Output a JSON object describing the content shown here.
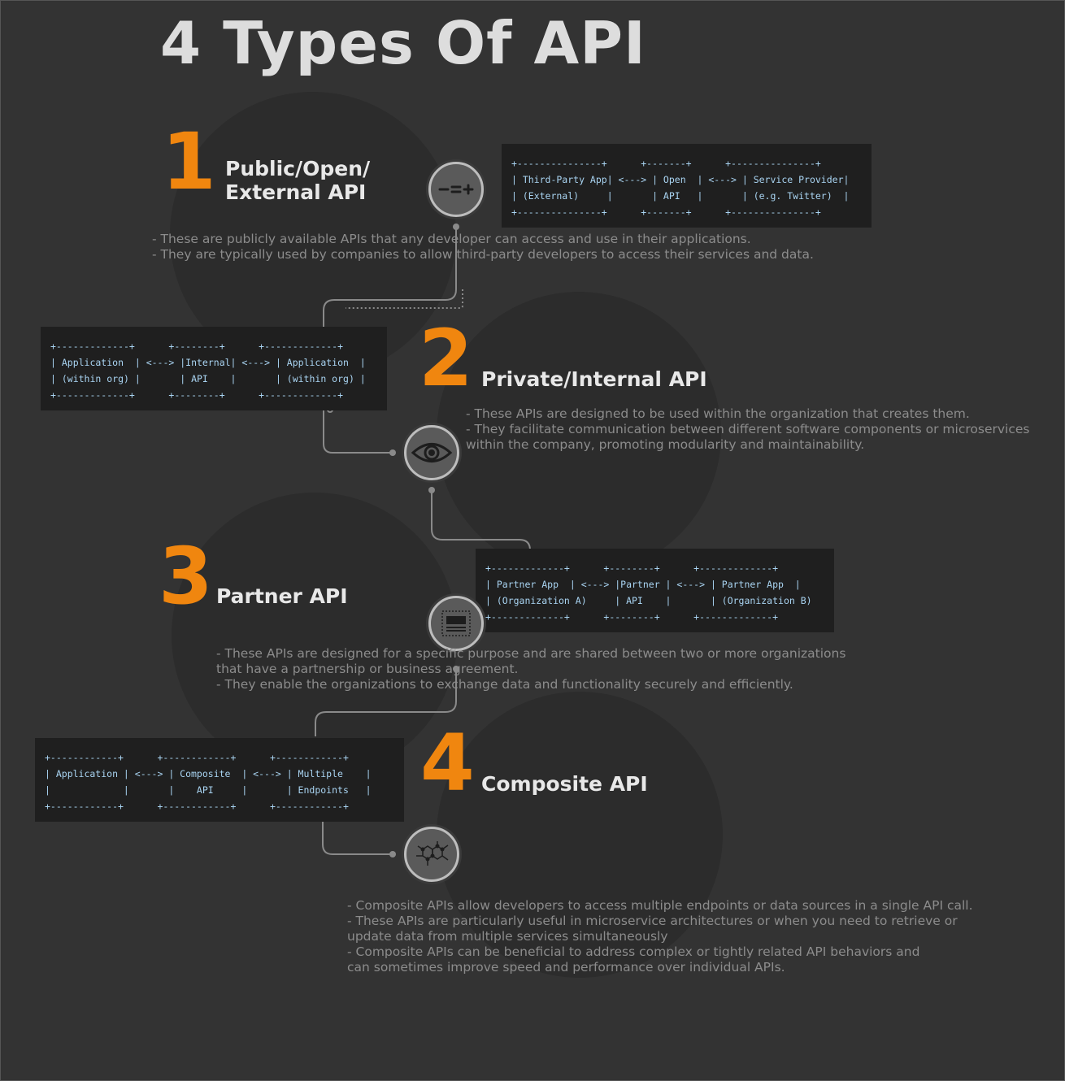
{
  "title": "4 Types Of API",
  "sections": [
    {
      "number": "1",
      "heading_lines": [
        "Public/Open/",
        "External API"
      ],
      "icon": "plus-minus-equals-icon",
      "description": [
        "- These are publicly available APIs that any developer can access and use in their applications.",
        "- They are typically used by companies to allow third-party developers to access their services and data."
      ],
      "diagram": [
        "+---------------+      +-------+      +---------------+",
        "| Third-Party App| <---> | Open  | <---> | Service Provider|",
        "| (External)     |       | API   |       | (e.g. Twitter)  |",
        "+---------------+      +-------+      +---------------+"
      ]
    },
    {
      "number": "2",
      "heading_lines": [
        "Private/Internal API"
      ],
      "icon": "eye-icon",
      "description": [
        "- These APIs are designed to be used within the organization that creates them.",
        "- They facilitate communication between different software components or microservices",
        "within the company, promoting modularity and maintainability."
      ],
      "diagram": [
        "+-------------+      +--------+      +-------------+",
        "| Application  | <---> |Internal| <---> | Application  |",
        "| (within org) |       | API    |       | (within org) |",
        "+-------------+      +--------+      +-------------+"
      ]
    },
    {
      "number": "3",
      "heading_lines": [
        "Partner API"
      ],
      "icon": "window-icon",
      "description": [
        "- These APIs are designed for a specific purpose and are shared between two or more organizations",
        "that have a partnership or business agreement.",
        "- They enable the organizations to exchange data and functionality securely and efficiently."
      ],
      "diagram": [
        "+-------------+      +--------+      +-------------+",
        "| Partner App  | <---> |Partner | <---> | Partner App  |",
        "| (Organization A)     | API    |       | (Organization B)",
        "+-------------+      +--------+      +-------------+"
      ]
    },
    {
      "number": "4",
      "heading_lines": [
        "Composite API"
      ],
      "icon": "molecule-icon",
      "description": [
        "- Composite APIs allow developers to access multiple endpoints or data sources in a single API call.",
        "- These APIs are particularly useful in microservice architectures or when you need to retrieve or",
        "   update data from multiple services simultaneously",
        "- Composite APIs can be beneficial to address complex or tightly related API behaviors and",
        "can sometimes improve speed and performance over individual APIs."
      ],
      "diagram": [
        "+------------+      +------------+      +------------+",
        "| Application | <---> | Composite  | <---> | Multiple    |",
        "|             |       |    API     |       | Endpoints   |",
        "+------------+      +------------+      +------------+"
      ]
    }
  ],
  "colors": {
    "background": "#333333",
    "accent_number": "#f0860f",
    "heading": "#e8e8e8",
    "description": "#8c8c8c",
    "code_text": "#a9d4f2",
    "code_bg": "#1f1f1f"
  }
}
